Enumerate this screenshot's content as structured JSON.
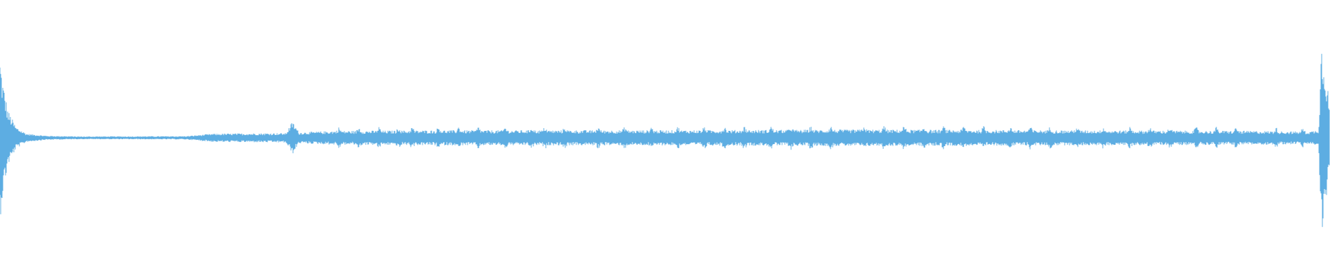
{
  "waveform": {
    "color": "#5dade2",
    "background": "#ffffff",
    "envelope": [
      {
        "t": 0.0,
        "a": 0.6
      },
      {
        "t": 0.002,
        "a": 0.42
      },
      {
        "t": 0.006,
        "a": 0.2
      },
      {
        "t": 0.012,
        "a": 0.08
      },
      {
        "t": 0.02,
        "a": 0.03
      },
      {
        "t": 0.035,
        "a": 0.015
      },
      {
        "t": 0.06,
        "a": 0.01
      },
      {
        "t": 0.14,
        "a": 0.012
      },
      {
        "t": 0.16,
        "a": 0.03
      },
      {
        "t": 0.215,
        "a": 0.035
      },
      {
        "t": 0.22,
        "a": 0.12
      },
      {
        "t": 0.225,
        "a": 0.04
      },
      {
        "t": 0.25,
        "a": 0.05
      },
      {
        "t": 0.33,
        "a": 0.055
      },
      {
        "t": 0.5,
        "a": 0.055
      },
      {
        "t": 0.65,
        "a": 0.06
      },
      {
        "t": 0.8,
        "a": 0.055
      },
      {
        "t": 0.95,
        "a": 0.05
      },
      {
        "t": 0.985,
        "a": 0.045
      },
      {
        "t": 0.992,
        "a": 0.06
      },
      {
        "t": 0.994,
        "a": 0.7
      },
      {
        "t": 0.997,
        "a": 0.55
      },
      {
        "t": 1.0,
        "a": 0.25
      }
    ],
    "bursts": [
      0.255,
      0.27,
      0.285,
      0.3,
      0.31,
      0.33,
      0.345,
      0.36,
      0.38,
      0.4,
      0.41,
      0.425,
      0.45,
      0.47,
      0.49,
      0.51,
      0.53,
      0.545,
      0.56,
      0.58,
      0.595,
      0.61,
      0.625,
      0.65,
      0.665,
      0.68,
      0.695,
      0.71,
      0.725,
      0.74,
      0.76,
      0.775,
      0.79,
      0.81,
      0.83,
      0.85,
      0.865,
      0.88,
      0.9,
      0.915,
      0.93,
      0.96,
      0.98
    ]
  }
}
